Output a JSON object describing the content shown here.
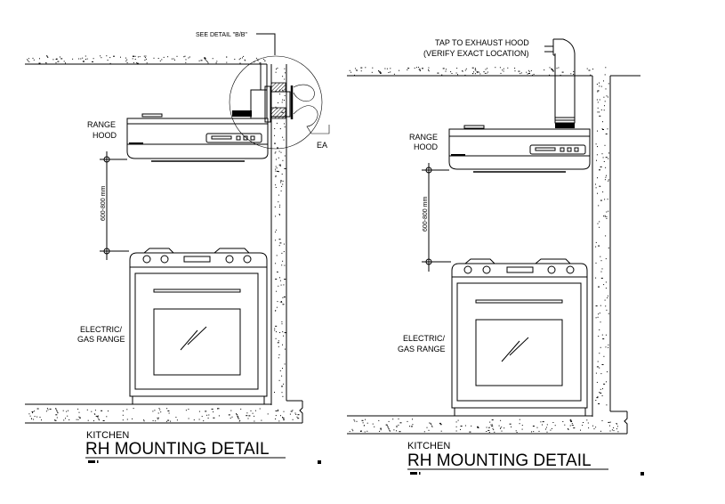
{
  "colors": {
    "line": "#000000",
    "background": "#ffffff"
  },
  "details": [
    {
      "id": "left",
      "callout": "SEE DETAIL \"B/B\"",
      "hood_label_line1": "RANGE",
      "hood_label_line2": "HOOD",
      "range_label_line1": "ELECTRIC/",
      "range_label_line2": "GAS RANGE",
      "dimension": "600-800 mm",
      "exhaust_label": "EA",
      "title_small": "KITCHEN",
      "title_large": "RH MOUNTING DETAIL"
    },
    {
      "id": "right",
      "callout_line1": "TAP TO EXHAUST HOOD",
      "callout_line2": "(VERIFY EXACT LOCATION)",
      "hood_label_line1": "RANGE",
      "hood_label_line2": "HOOD",
      "range_label_line1": "ELECTRIC/",
      "range_label_line2": "GAS RANGE",
      "dimension": "600-800 mm",
      "title_small": "KITCHEN",
      "title_large": "RH MOUNTING DETAIL"
    }
  ]
}
